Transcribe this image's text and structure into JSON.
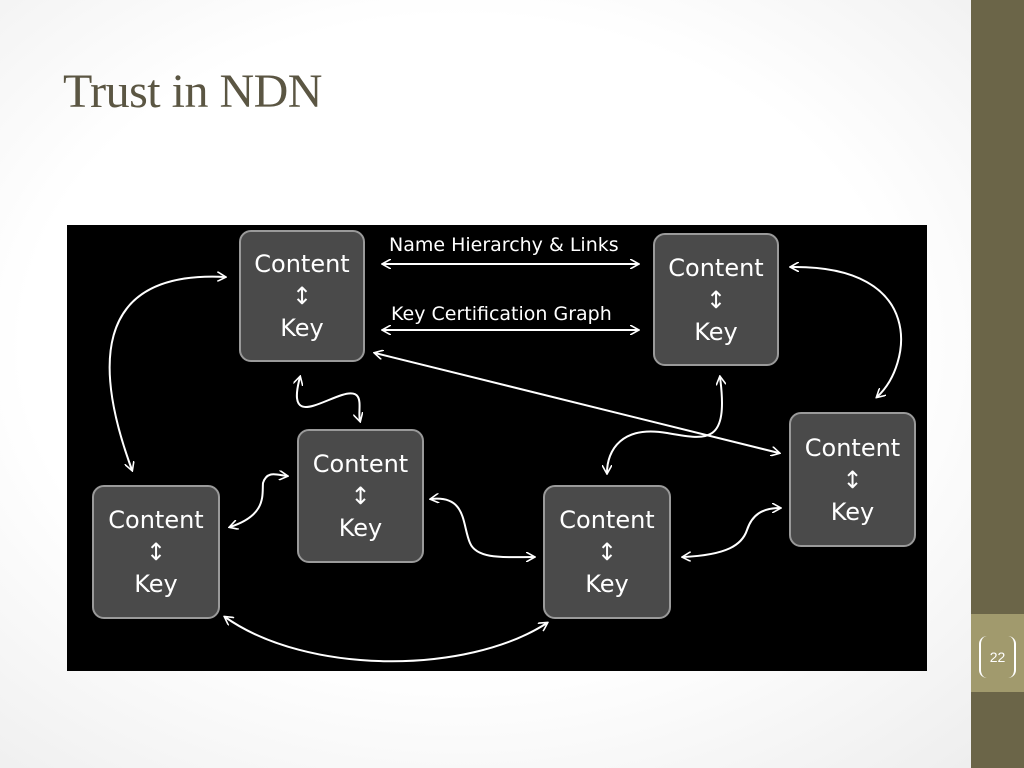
{
  "slide": {
    "title": "Trust in NDN",
    "page_number": "22"
  },
  "diagram": {
    "nodes": [
      {
        "id": "top-left",
        "content": "Content",
        "arrow": "↕",
        "key": "Key"
      },
      {
        "id": "top-right",
        "content": "Content",
        "arrow": "↕",
        "key": "Key"
      },
      {
        "id": "middle",
        "content": "Content",
        "arrow": "↕",
        "key": "Key"
      },
      {
        "id": "far-right",
        "content": "Content",
        "arrow": "↕",
        "key": "Key"
      },
      {
        "id": "bottom-left",
        "content": "Content",
        "arrow": "↕",
        "key": "Key"
      },
      {
        "id": "bottom-center",
        "content": "Content",
        "arrow": "↕",
        "key": "Key"
      }
    ],
    "edge_labels": {
      "name_hierarchy": "Name Hierarchy & Links",
      "key_certification": "Key Certification Graph"
    }
  },
  "colors": {
    "title": "#5b5643",
    "bar_dark": "#6b6548",
    "bar_accent": "#a19a6d",
    "node_fill": "#4a4a4a",
    "node_border": "#9a9a9a",
    "diagram_bg": "#000000"
  }
}
